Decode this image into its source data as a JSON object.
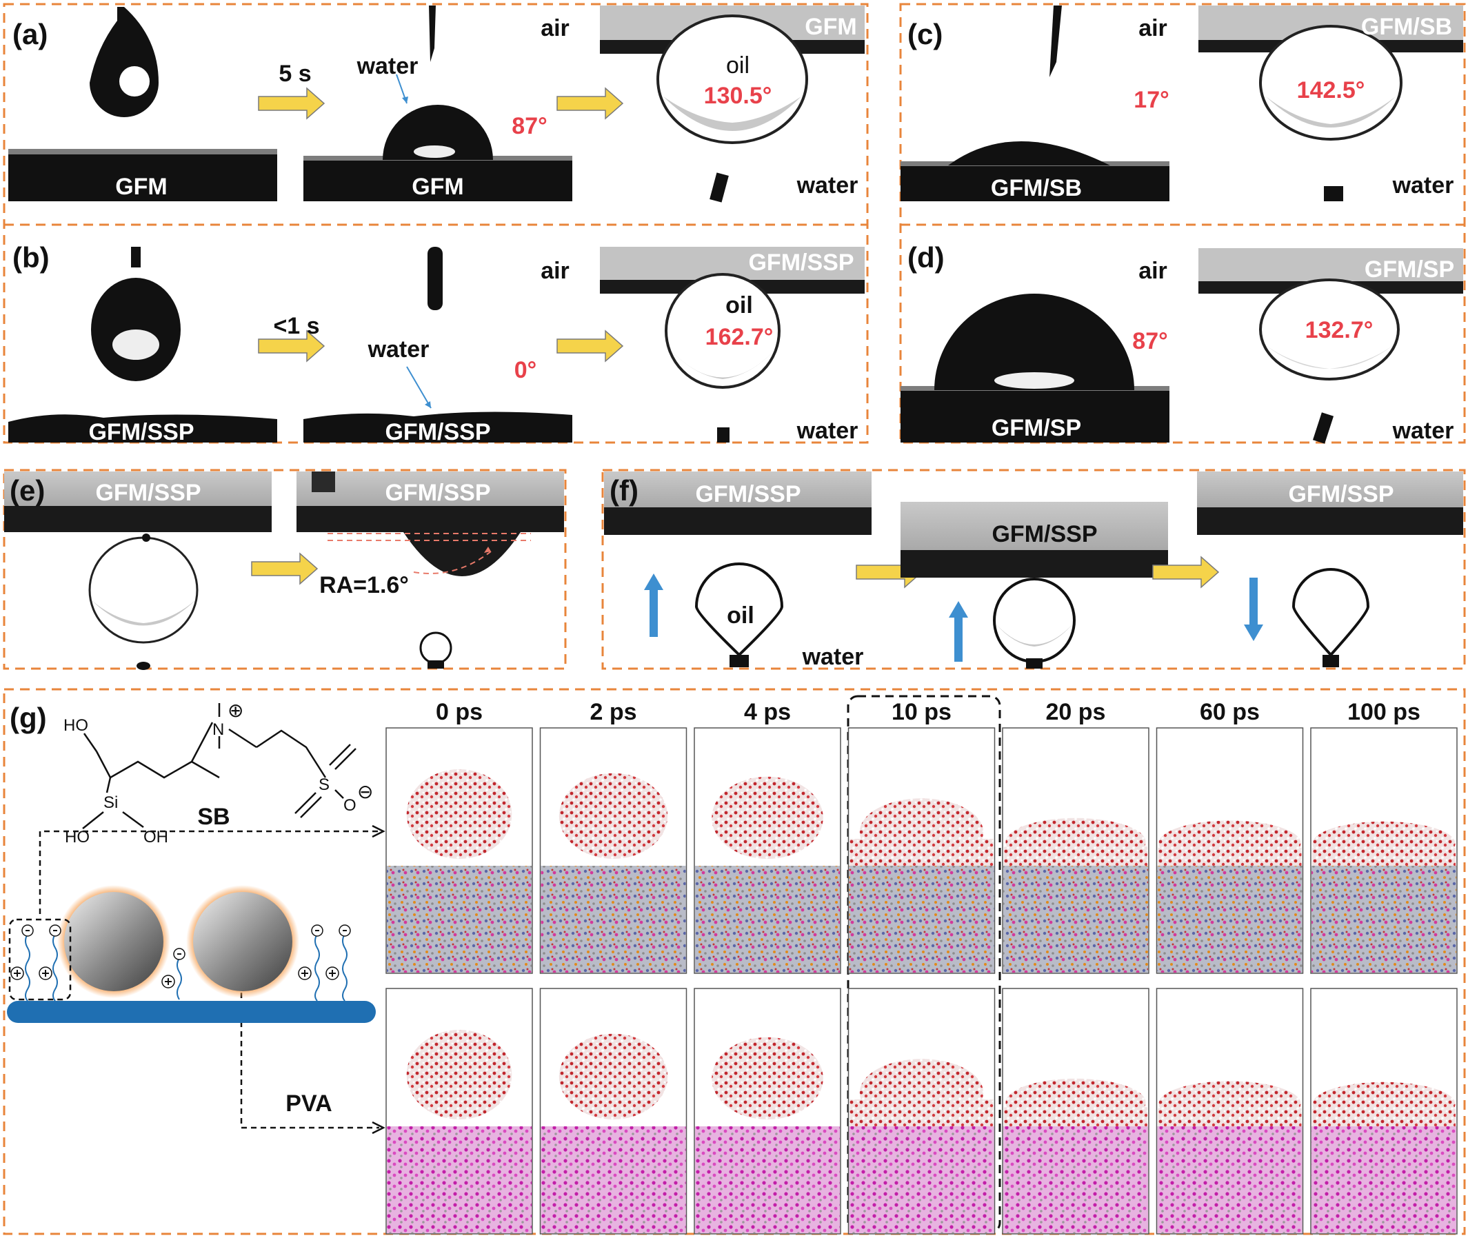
{
  "panels": {
    "a": {
      "letter": "(a)",
      "arrow_time": "5 s",
      "left_substrate": "GFM",
      "mid_substrate": "GFM",
      "water_label": "water",
      "angle": "87°",
      "air_label": "air",
      "right_substrate": "GFM",
      "oil_label": "oil",
      "oil_angle": "130.5°",
      "water_bottom": "water"
    },
    "b": {
      "letter": "(b)",
      "arrow_time": "<1 s",
      "left_substrate": "GFM/SSP",
      "mid_substrate": "GFM/SSP",
      "water_label": "water",
      "angle": "0°",
      "air_label": "air",
      "right_substrate": "GFM/SSP",
      "oil_label": "oil",
      "oil_angle": "162.7°",
      "water_bottom": "water"
    },
    "c": {
      "letter": "(c)",
      "air_label": "air",
      "angle": "17°",
      "left_substrate": "GFM/SB",
      "right_substrate": "GFM/SB",
      "oil_angle": "142.5°",
      "water_bottom": "water"
    },
    "d": {
      "letter": "(d)",
      "air_label": "air",
      "angle": "87°",
      "left_substrate": "GFM/SP",
      "right_substrate": "GFM/SP",
      "oil_angle": "132.7°",
      "water_bottom": "water"
    },
    "e": {
      "letter": "(e)",
      "left_substrate": "GFM/SSP",
      "right_substrate": "GFM/SSP",
      "ra": "RA=1.6°"
    },
    "f": {
      "letter": "(f)",
      "sub1": "GFM/SSP",
      "sub2": "GFM/SSP",
      "sub3": "GFM/SSP",
      "oil_label": "oil",
      "water_label": "water"
    },
    "g": {
      "letter": "(g)",
      "sb_label": "SB",
      "pva_label": "PVA",
      "chem": {
        "ho1": "HO",
        "si": "Si",
        "ho2": "HO",
        "oh": "OH",
        "n": "N",
        "s": "S",
        "o": "O",
        "plus": "⊕",
        "minus": "⊖"
      },
      "times": [
        "0 ps",
        "2 ps",
        "4 ps",
        "10 ps",
        "20 ps",
        "60 ps",
        "100 ps"
      ],
      "highlighted_time": "10 ps"
    }
  },
  "colors": {
    "frame": "#e8853b",
    "arrow": "#f5d34a",
    "blue_arrow": "#3e8fd0",
    "angle_red": "#e8414a",
    "base_blue": "#1f6fb2"
  }
}
